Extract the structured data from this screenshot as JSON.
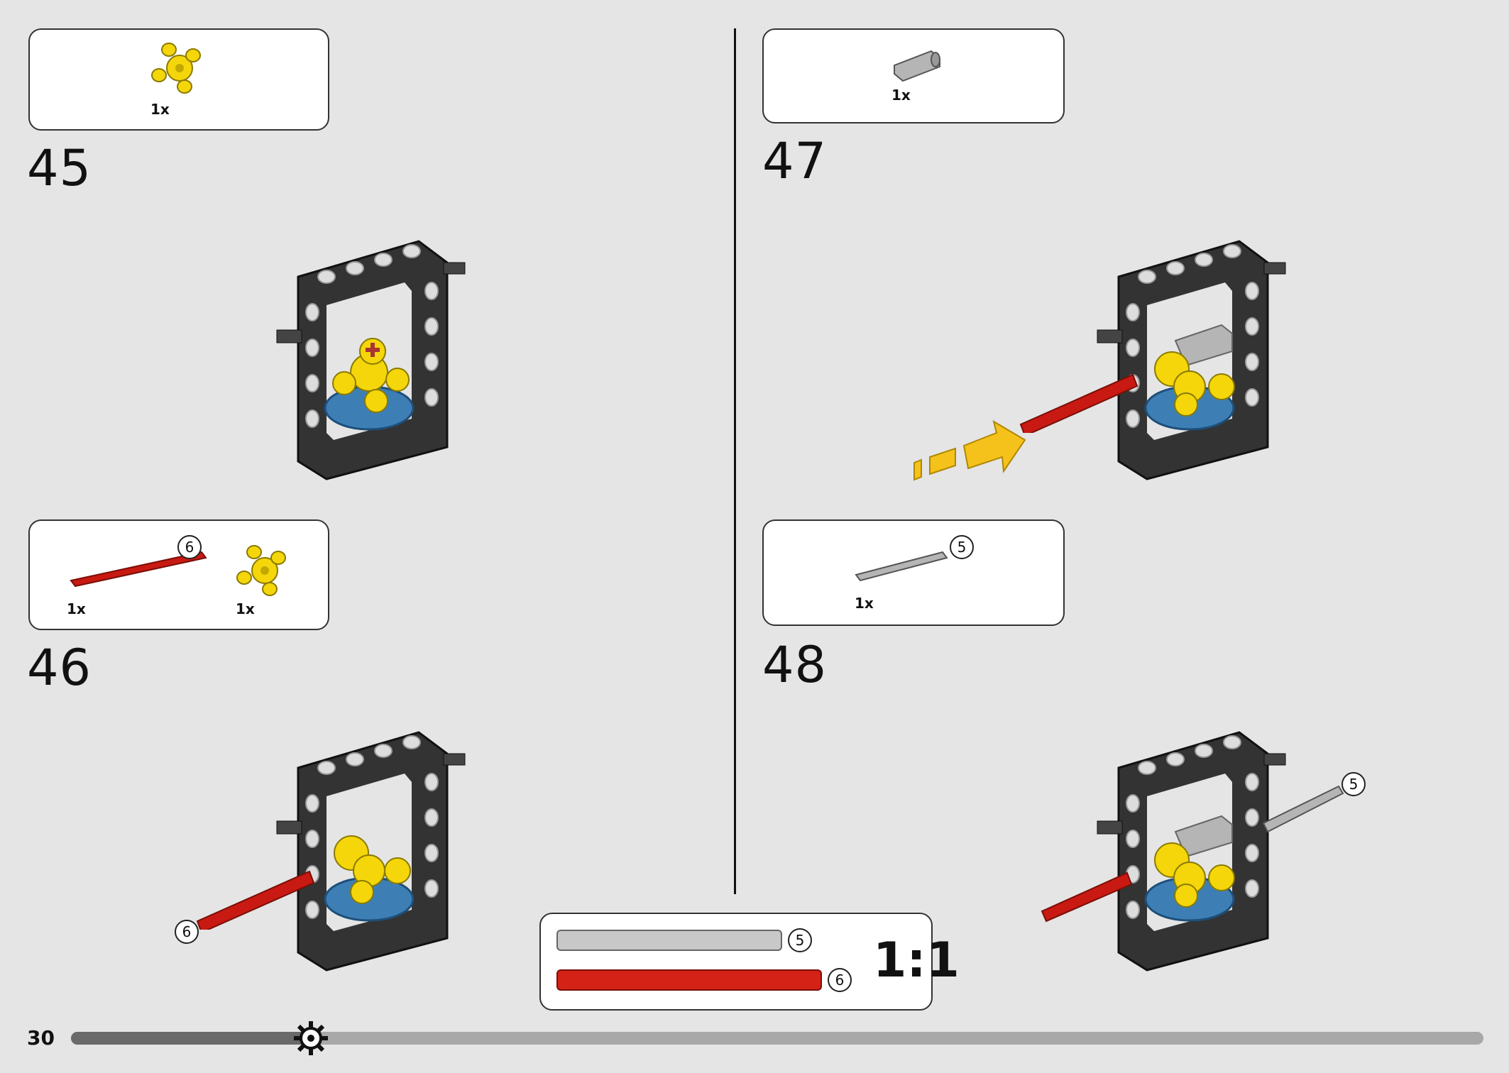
{
  "page": {
    "number": "30"
  },
  "steps": [
    {
      "number": "45",
      "parts": [
        {
          "qty": "1x",
          "name": "yellow-4-way-connector"
        }
      ]
    },
    {
      "number": "46",
      "parts": [
        {
          "qty": "1x",
          "name": "red-axle",
          "length": "6"
        },
        {
          "qty": "1x",
          "name": "yellow-4-way-connector"
        }
      ],
      "callout_length": "6"
    },
    {
      "number": "47",
      "parts": [
        {
          "qty": "1x",
          "name": "grey-axle-connector"
        }
      ]
    },
    {
      "number": "48",
      "parts": [
        {
          "qty": "1x",
          "name": "grey-axle",
          "length": "5"
        }
      ],
      "callout_length": "5"
    }
  ],
  "ruler": {
    "ratio": "1:1",
    "items": [
      {
        "length": "5",
        "color": "#c8c8c8"
      },
      {
        "length": "6",
        "color": "#d42316"
      }
    ]
  },
  "progress": {
    "fraction": 0.17
  },
  "colors": {
    "frame": "#333333",
    "yellow": "#f5d60a",
    "blue": "#3d7fb5",
    "red": "#c81a12",
    "grey": "#b5b5b5",
    "arrow": "#f5c21b"
  },
  "icons": {
    "progress_marker": "gear-icon"
  }
}
